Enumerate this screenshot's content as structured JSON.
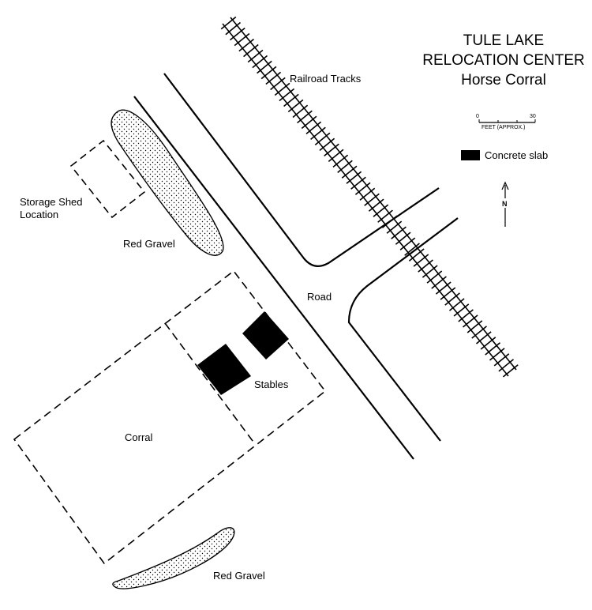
{
  "title": {
    "line1": "TULE LAKE",
    "line2": "RELOCATION CENTER",
    "line3": "Horse Corral"
  },
  "scale": {
    "min": "0",
    "max": "30",
    "unit": "FEET (APPROX.)"
  },
  "legend": {
    "concrete_slab": "Concrete slab"
  },
  "north_arrow": {
    "label": "N"
  },
  "features": {
    "railroad": "Railroad Tracks",
    "road": "Road",
    "storage_shed_line1": "Storage Shed",
    "storage_shed_line2": "Location",
    "red_gravel_top": "Red Gravel",
    "red_gravel_bottom": "Red Gravel",
    "stables": "Stables",
    "corral": "Corral"
  },
  "colors": {
    "ink": "#000000",
    "background": "#ffffff"
  }
}
